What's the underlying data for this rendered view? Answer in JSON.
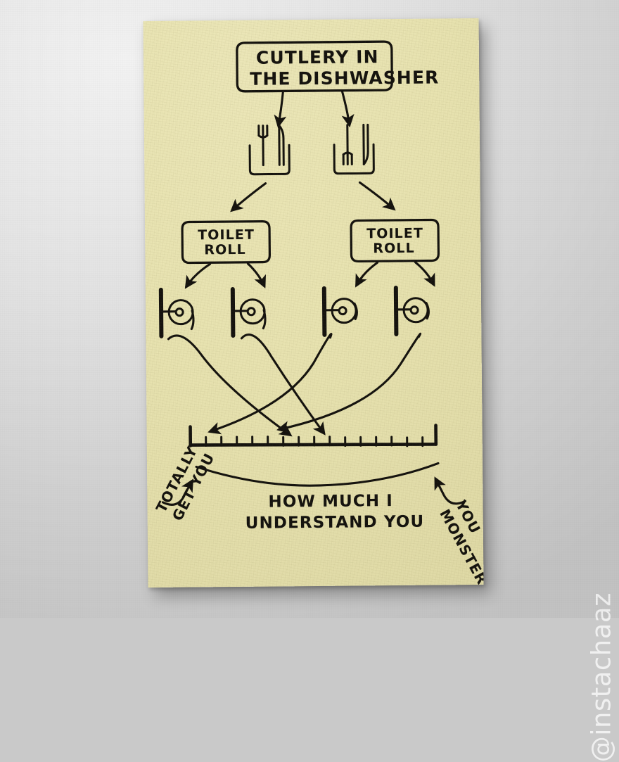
{
  "meta": {
    "medium": "hand-drawn ink doodle on pale-yellow paper",
    "paper_color": "#e8e3b0",
    "ink_color": "#14120e",
    "background_color": "#d2d2d2"
  },
  "watermark": {
    "text": "@instachaaz",
    "color": "#ffffff",
    "orientation": "vertical-bottom-to-top"
  },
  "chart_data": {
    "type": "diagram",
    "title": "CUTLERY IN THE DISHWASHER",
    "description": "Hand-drawn decision tree ending on a scale of empathy",
    "levels": [
      {
        "level": 1,
        "name": "premise",
        "nodes": [
          {
            "id": "premise",
            "label_lines": [
              "CUTLERY IN",
              "THE DISHWASHER"
            ],
            "shape": "rounded-rect"
          }
        ]
      },
      {
        "level": 2,
        "name": "cutlery-orientation",
        "nodes": [
          {
            "id": "basket-up",
            "icon": "cutlery-basket-handles-down-icon",
            "label": "fork and knife pointing up"
          },
          {
            "id": "basket-down",
            "icon": "cutlery-basket-handles-up-icon",
            "label": "fork and knife pointing down"
          }
        ]
      },
      {
        "level": 3,
        "name": "toilet-roll",
        "nodes": [
          {
            "id": "roll-left",
            "label_lines": [
              "TOILET",
              "ROLL"
            ],
            "shape": "rounded-rect"
          },
          {
            "id": "roll-right",
            "label_lines": [
              "TOILET",
              "ROLL"
            ],
            "shape": "rounded-rect"
          }
        ]
      },
      {
        "level": 4,
        "name": "roll-orientation",
        "nodes": [
          {
            "id": "holder-1",
            "icon": "toilet-roll-holder-over-icon"
          },
          {
            "id": "holder-2",
            "icon": "toilet-roll-holder-over-icon"
          },
          {
            "id": "holder-3",
            "icon": "toilet-roll-holder-under-icon"
          },
          {
            "id": "holder-4",
            "icon": "toilet-roll-holder-under-icon"
          }
        ]
      }
    ],
    "scale": {
      "caption_lines": [
        "HOW MUCH I",
        "UNDERSTAND YOU"
      ],
      "left_label_lines": [
        "TOTALLY",
        "GET YOU"
      ],
      "right_label_lines": [
        "YOU",
        "MONSTER"
      ],
      "tick_count": 15,
      "axis_style": "ruler with end caps",
      "markers": 4
    }
  }
}
